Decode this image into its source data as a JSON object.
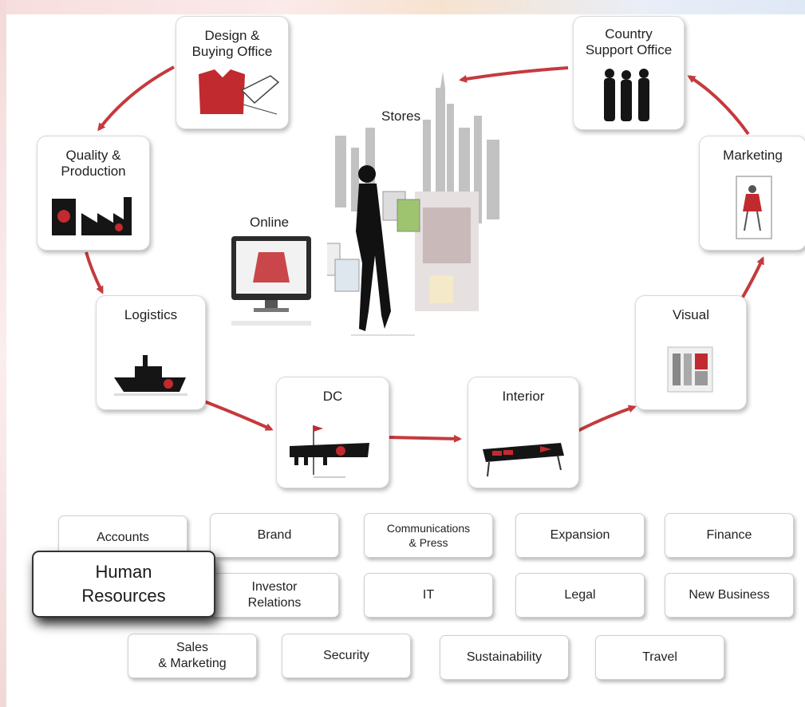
{
  "cycle": {
    "design": "Design &\nBuying Office",
    "country": "Country\nSupport Office",
    "quality": "Quality &\nProduction",
    "marketing": "Marketing",
    "logistics": "Logistics",
    "visual": "Visual",
    "dc": "DC",
    "interior": "Interior",
    "stores": "Stores",
    "online": "Online"
  },
  "departments": {
    "accounts": "Accounts",
    "brand": "Brand",
    "communications": "Communications\n& Press",
    "expansion": "Expansion",
    "finance": "Finance",
    "human_resources": "Human\nResources",
    "investor_relations": "Investor\nRelations",
    "it": "IT",
    "legal": "Legal",
    "new_business": "New Business",
    "sales_marketing": "Sales\n& Marketing",
    "security": "Security",
    "sustainability": "Sustainability",
    "travel": "Travel"
  },
  "colors": {
    "accent": "#c0282d",
    "arrow": "#c53a3d",
    "dark": "#1a1a1a"
  }
}
